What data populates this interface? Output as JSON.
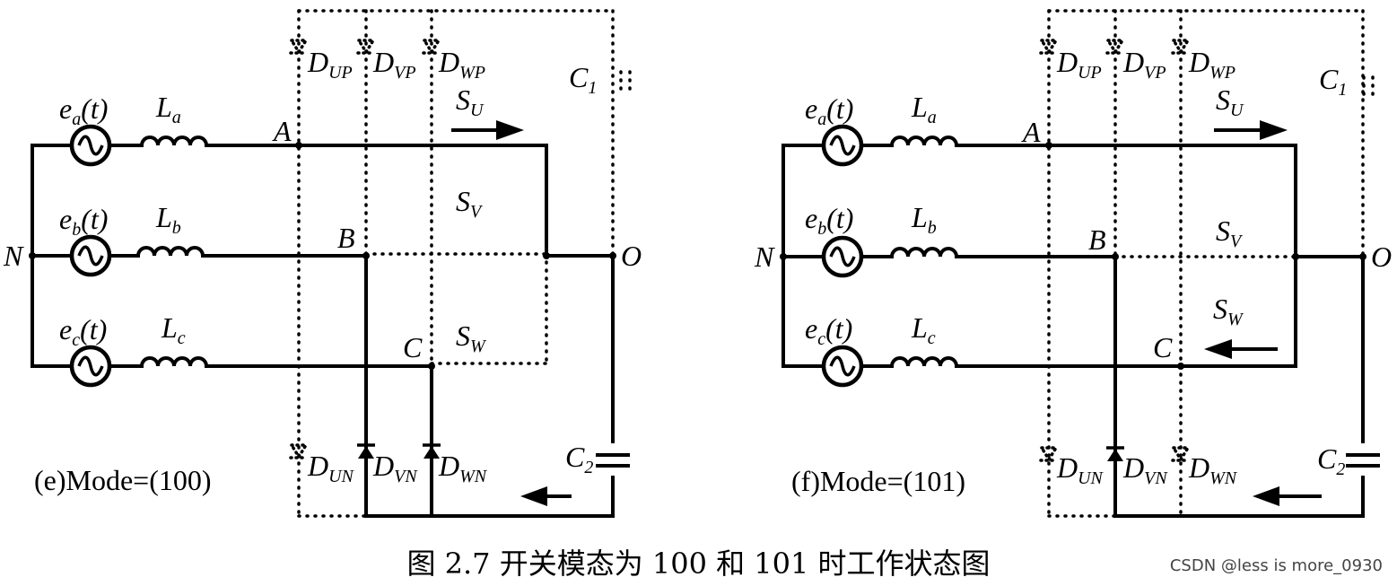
{
  "panels": [
    {
      "mode_label": "(e)Mode=(100)",
      "sources": [
        "e_a(t)",
        "e_b(t)",
        "e_c(t)"
      ],
      "inductors": [
        "L_a",
        "L_b",
        "L_c"
      ],
      "nodes": {
        "a": "A",
        "b": "B",
        "c": "C",
        "n": "N",
        "o": "O"
      },
      "upper_diodes": [
        "D_UP",
        "D_VP",
        "D_WP"
      ],
      "lower_diodes": [
        "D_UN",
        "D_VN",
        "D_WN"
      ],
      "switches": [
        "S_U",
        "S_V",
        "S_W"
      ],
      "capacitors": [
        "C_1",
        "C_2"
      ]
    },
    {
      "mode_label": "(f)Mode=(101)",
      "sources": [
        "e_a(t)",
        "e_b(t)",
        "e_c(t)"
      ],
      "inductors": [
        "L_a",
        "L_b",
        "L_c"
      ],
      "nodes": {
        "a": "A",
        "b": "B",
        "c": "C",
        "n": "N",
        "o": "O"
      },
      "upper_diodes": [
        "D_UP",
        "D_VP",
        "D_WP"
      ],
      "lower_diodes": [
        "D_UN",
        "D_VN",
        "D_WN"
      ],
      "switches": [
        "S_U",
        "S_V",
        "S_W"
      ],
      "capacitors": [
        "C_1",
        "C_2"
      ]
    }
  ],
  "caption": "图 2.7 开关模态为 100 和 101 时工作状态图",
  "watermark": "CSDN @less is more_0930"
}
